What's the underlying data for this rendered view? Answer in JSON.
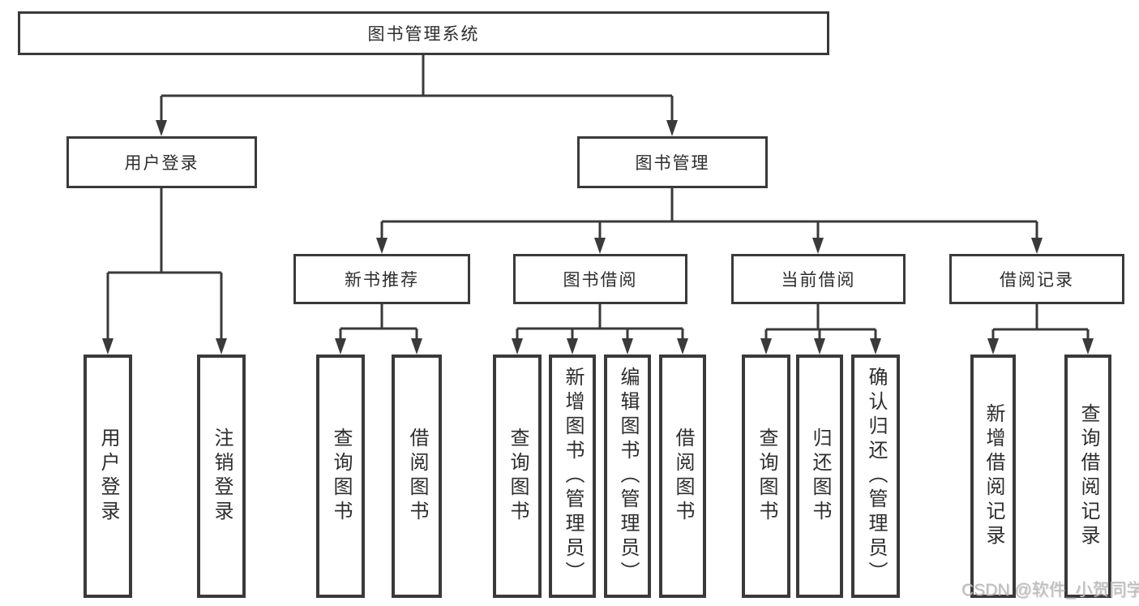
{
  "diagram": {
    "root": "图书管理系统",
    "level2": {
      "user_login": "用户登录",
      "book_mgmt": "图书管理"
    },
    "level3": {
      "new_books": "新书推荐",
      "borrow": "图书借阅",
      "current": "当前借阅",
      "records": "借阅记录"
    },
    "leaves": {
      "ul_login": "用户登录",
      "ul_logout": "注销登录",
      "nb_query": "查询图书",
      "nb_borrow": "借阅图书",
      "bw_query": "查询图书",
      "bw_add": "新增图书（管理员）",
      "bw_edit": "编辑图书（管理员）",
      "bw_borrow": "借阅图书",
      "cu_query": "查询图书",
      "cu_return": "归还图书",
      "cu_confirm": "确认归还（管理员）",
      "rc_add": "新增借阅记录",
      "rc_query": "查询借阅记录"
    },
    "line_color": "#3a3a3a"
  },
  "watermark": "CSDN @软件_小贺同学"
}
